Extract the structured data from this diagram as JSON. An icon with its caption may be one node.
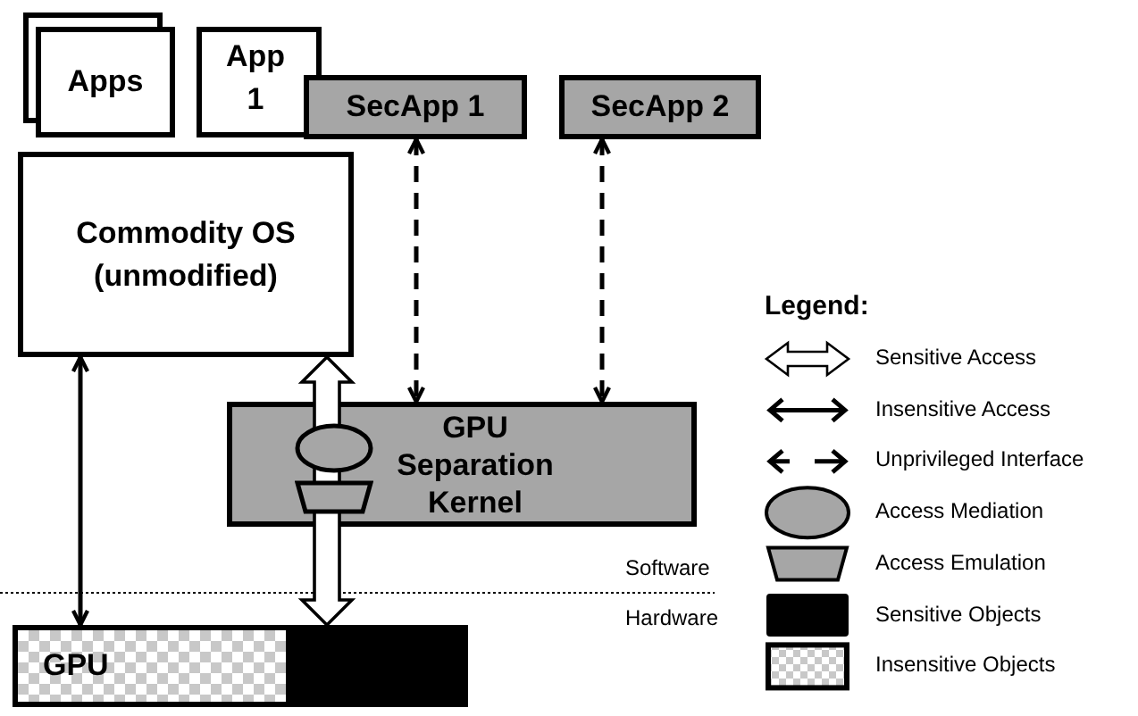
{
  "diagram": {
    "nodes": [
      {
        "text": [
          "Apps"
        ]
      },
      {
        "text": [
          "App 1"
        ]
      },
      {
        "text": [
          "SecApp 1"
        ]
      },
      {
        "text": [
          "SecApp 2"
        ]
      },
      {
        "text": [
          "Commodity OS (unmodified)"
        ]
      },
      {
        "text": [
          "GPU Separation Kernel"
        ]
      },
      {
        "text": [
          "GPU"
        ]
      },
      {
        "text": [],
        "shape": "ellipse",
        "in": 5
      },
      {
        "text": [],
        "shape": "trapezoid",
        "in": 5
      }
    ],
    "edges": [
      {
        "from": 4,
        "to": 6,
        "arrow": "both"
      },
      {
        "from": 4,
        "to": 6,
        "arrow": "both",
        "style": "thick"
      },
      {
        "from": 2,
        "to": 5,
        "arrow": "both",
        "style": "dashed"
      },
      {
        "from": 3,
        "to": 5,
        "arrow": "both",
        "style": "dashed"
      }
    ],
    "labels": [
      "Legend:",
      "Software",
      "Hardware"
    ],
    "legend": [
      {
        "text": "Sensitive Access"
      },
      {
        "text": "Insensitive Access"
      },
      {
        "text": "Unprivileged Interface"
      },
      {
        "text": "Access Mediation"
      },
      {
        "text": "Access Emulation"
      },
      {
        "text": "Sensitive Objects",
        "color": "#000000"
      },
      {
        "text": "Insensitive Objects"
      }
    ]
  }
}
